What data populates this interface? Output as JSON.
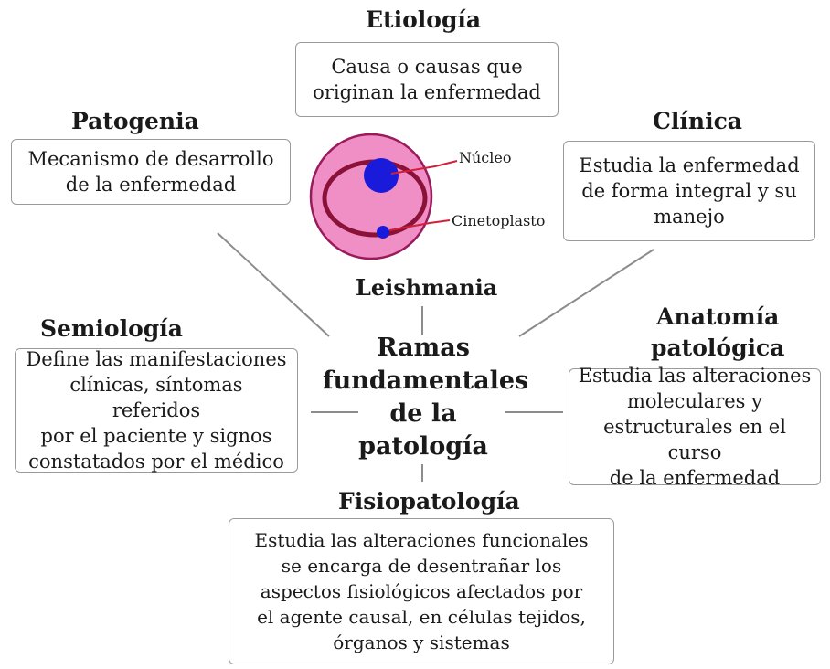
{
  "center": {
    "lines": [
      "Ramas",
      "fundamentales",
      "de la",
      "patología"
    ]
  },
  "organism": {
    "title": "Leishmania",
    "labels": {
      "nucleus": "Núcleo",
      "kinetoplast": "Cinetoplasto"
    },
    "colors": {
      "cell_fill": "#f08fc6",
      "cell_outline": "#9b1a5c",
      "ring": "#8a1238",
      "nucleus": "#1a1adb",
      "pointer": "#d0203a"
    }
  },
  "branches": {
    "etiologia": {
      "title": "Etiología",
      "lines": [
        "Causa o causas que",
        "originan la enfermedad"
      ]
    },
    "patogenia": {
      "title": "Patogenia",
      "lines": [
        "Mecanismo de desarrollo",
        "de la enfermedad"
      ]
    },
    "clinica": {
      "title": "Clínica",
      "lines": [
        "Estudia la enfermedad",
        "de forma integral y su",
        "manejo"
      ]
    },
    "semiologia": {
      "title": "Semiología",
      "lines": [
        "Define las manifestaciones",
        "clínicas, síntomas referidos",
        "por el paciente y signos",
        "constatados por el médico"
      ]
    },
    "anatomia": {
      "title_lines": [
        "Anatomía",
        "patológica"
      ],
      "lines": [
        "Estudia las alteraciones",
        "moleculares y",
        "estructurales en el curso",
        "de la enfermedad"
      ]
    },
    "fisiopatologia": {
      "title": "Fisiopatología",
      "lines": [
        "Estudia las alteraciones funcionales",
        "se encarga de desentrañar los",
        "aspectos fisiológicos afectados por",
        "el agente causal, en células tejidos,",
        "órganos y sistemas"
      ]
    }
  },
  "connector_color": "#8c8c8c"
}
